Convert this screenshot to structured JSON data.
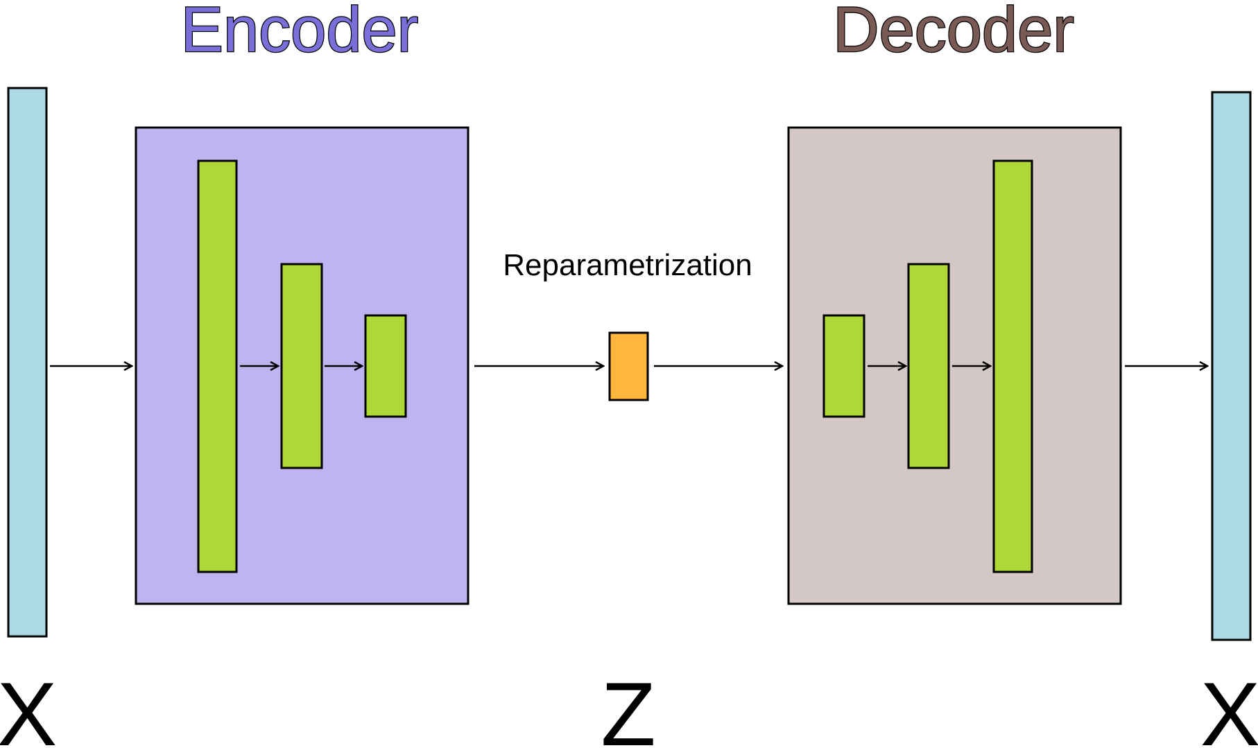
{
  "encoder": {
    "title": "Encoder",
    "title_color": "#7a6fd8",
    "fill_color": "#bfb4f0"
  },
  "decoder": {
    "title": "Decoder",
    "title_color": "#7a5a55",
    "fill_color": "#d3c8c6"
  },
  "reparametrization": {
    "label": "Reparametrization",
    "latent_color": "#ffb63b"
  },
  "variables": {
    "input": "X",
    "latent": "Z",
    "output": "X"
  },
  "colors": {
    "io_vector": "#add8e6",
    "layer": "#add836"
  }
}
